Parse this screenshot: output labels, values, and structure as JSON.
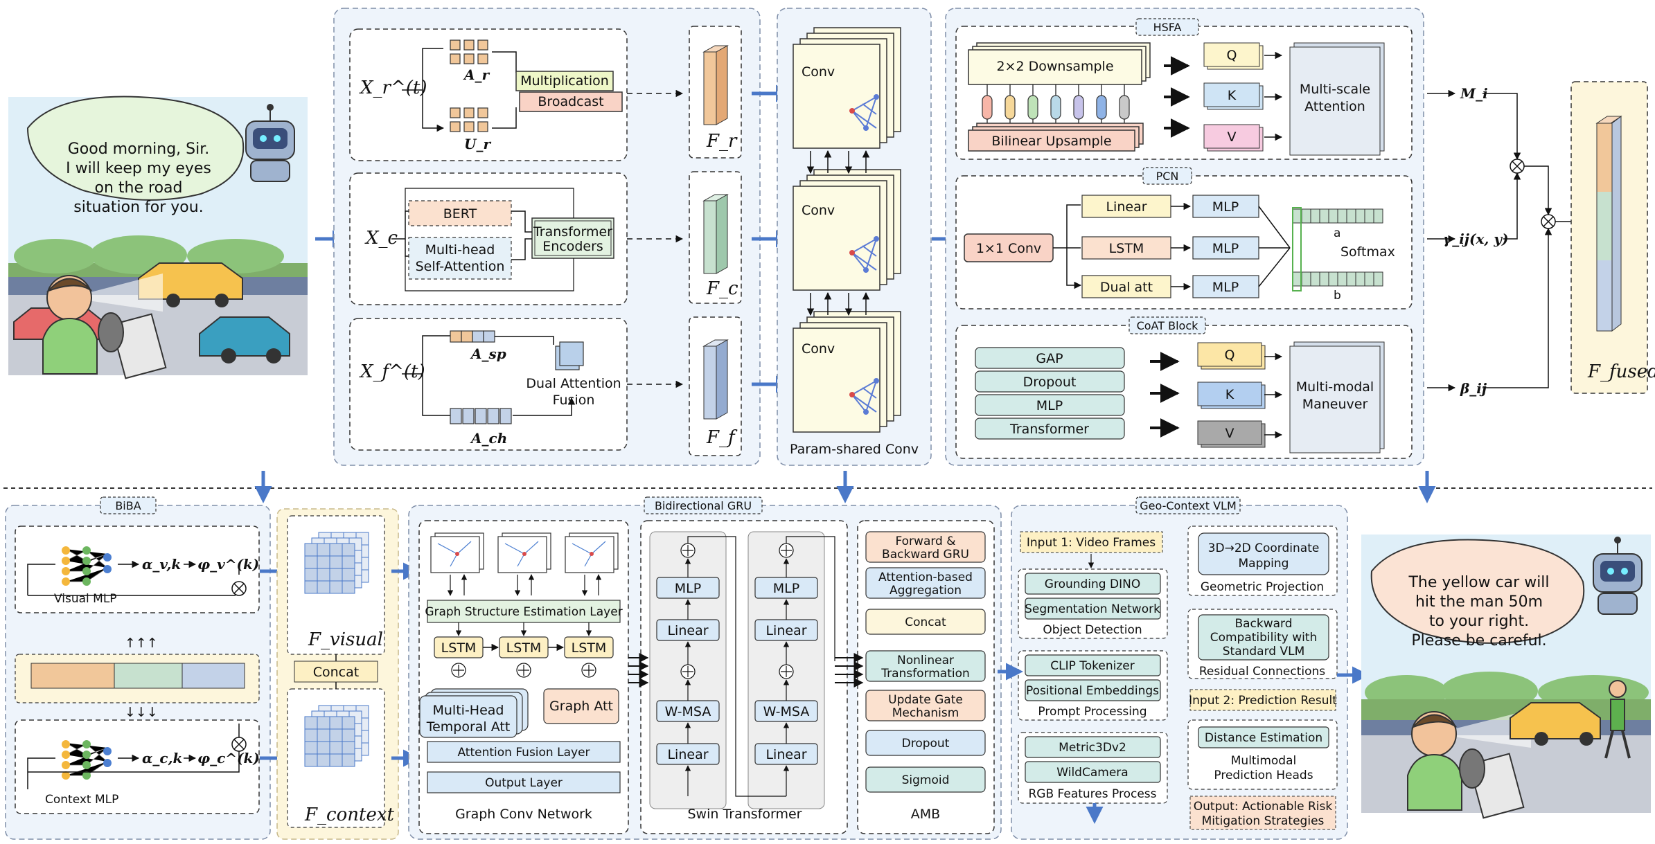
{
  "speech_top": [
    "Good morning, Sir.",
    "I will keep my eyes",
    "on the road",
    "situation for you."
  ],
  "speech_bottom": [
    "The yellow car will",
    "hit the man 50m",
    "to your right.",
    "Please be careful."
  ],
  "inputs": {
    "xr": "X_r^(t)",
    "xc": "X_c",
    "xf": "X_f^(t)",
    "ar": "A_r",
    "ur": "U_r",
    "asp": "A_sp",
    "ach": "A_ch"
  },
  "branch1": {
    "mult": "Multiplication",
    "broadcast": "Broadcast"
  },
  "branch2": {
    "bert": "BERT",
    "mhsa_1": "Multi-head",
    "mhsa_2": "Self-Attention",
    "te_1": "Transformer",
    "te_2": "Encoders"
  },
  "branch3": {
    "daf_1": "Dual Attention",
    "daf_2": "Fusion"
  },
  "features": {
    "fr": "F_r",
    "fc": "F_c",
    "ff": "F_f"
  },
  "conv": {
    "label": "Conv",
    "title": "Param-shared Conv"
  },
  "hsfa": {
    "tag": "HSFA",
    "down": "2×2 Downsample",
    "up": "Bilinear Upsample",
    "q": "Q",
    "k": "K",
    "v": "V",
    "att_1": "Multi-scale",
    "att_2": "Attention",
    "colors": [
      "#f7b6a8",
      "#f6d89a",
      "#bfe3b8",
      "#b9d9e8",
      "#c7c3ea",
      "#8fb3e6",
      "#c9c9c9"
    ]
  },
  "pcn": {
    "tag": "PCN",
    "conv": "1×1 Conv",
    "linear": "Linear",
    "lstm": "LSTM",
    "dual": "Dual att",
    "mlp": "MLP",
    "softmax": "Softmax",
    "a": "a",
    "b": "b"
  },
  "coat": {
    "tag": "CoAT Block",
    "gap": "GAP",
    "dropout": "Dropout",
    "mlp": "MLP",
    "transformer": "Transformer",
    "q": "Q",
    "k": "K",
    "v": "V",
    "mm_1": "Multi-modal",
    "mm_2": "Maneuver"
  },
  "outputs": {
    "m": "M_i",
    "gamma": "γ_ij(x, y)",
    "beta": "β_ij",
    "fused": "F_fused"
  },
  "biba": {
    "tag": "BiBA",
    "visual_mlp": "Visual MLP",
    "context_mlp": "Context MLP",
    "alpha_v": "α_v,k",
    "phi_v": "φ_v^(k)",
    "alpha_c": "α_c,k",
    "phi_c": "φ_c^(k)"
  },
  "fmaps": {
    "visual": "F_visual",
    "context": "F_context",
    "concat": "Concat"
  },
  "gcn": {
    "gsel": "Graph Structure Estimation Layer",
    "lstm": "LSTM",
    "mhta_1": "Multi-Head",
    "mhta_2": "Temporal Att",
    "gatt": "Graph Att",
    "afl": "Attention Fusion Layer",
    "out": "Output Layer",
    "title": "Graph Conv Network"
  },
  "swin": {
    "tag": "Bidirectional GRU",
    "mlp": "MLP",
    "linear": "Linear",
    "wmsa": "W-MSA",
    "title": "Swin Transformer"
  },
  "amb": {
    "items": [
      [
        "Forward &",
        "Backward GRU"
      ],
      [
        "Attention-based",
        "Aggregation"
      ],
      [
        "Concat"
      ],
      [
        "Nonlinear",
        "Transformation"
      ],
      [
        "Update Gate",
        "Mechanism"
      ],
      [
        "Dropout"
      ],
      [
        "Sigmoid"
      ]
    ],
    "title": "AMB"
  },
  "vlm": {
    "tag": "Geo-Context VLM",
    "input1": "Input 1: Video Frames",
    "gd": "Grounding DINO",
    "seg": "Segmentation Network",
    "od": "Object Detection",
    "clip": "CLIP Tokenizer",
    "pos": "Positional Embeddings",
    "pp": "Prompt Processing",
    "m3d": "Metric3Dv2",
    "wild": "WildCamera",
    "rgb": "RGB Features Process",
    "map_1": "3D→2D Coordinate",
    "map_2": "Mapping",
    "gp": "Geometric Projection",
    "bc_1": "Backward",
    "bc_2": "Compatibility with",
    "bc_3": "Standard VLM",
    "rc": "Residual Connections",
    "input2": "Input 2: Prediction Result",
    "de": "Distance Estimation",
    "mph_1": "Multimodal",
    "mph_2": "Prediction Heads",
    "out_1": "Output: Actionable Risk",
    "out_2": "Mitigation Strategies"
  }
}
